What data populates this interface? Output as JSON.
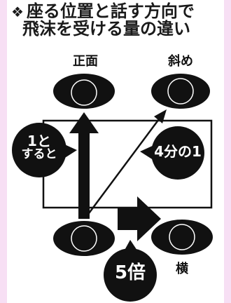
{
  "title": {
    "mark": "❖",
    "line1": "座る位置と話す方向で",
    "line2": "飛沫を受ける量の違い"
  },
  "labels": {
    "front": "正面",
    "diagonal": "斜め",
    "side": "横"
  },
  "bubbles": {
    "left_line1": "1と",
    "left_line2": "すると",
    "right": "4分の1",
    "bottom": "5倍"
  },
  "colors": {
    "background": "#f7dff4",
    "ink": "#111111",
    "panel": "#ffffff"
  }
}
